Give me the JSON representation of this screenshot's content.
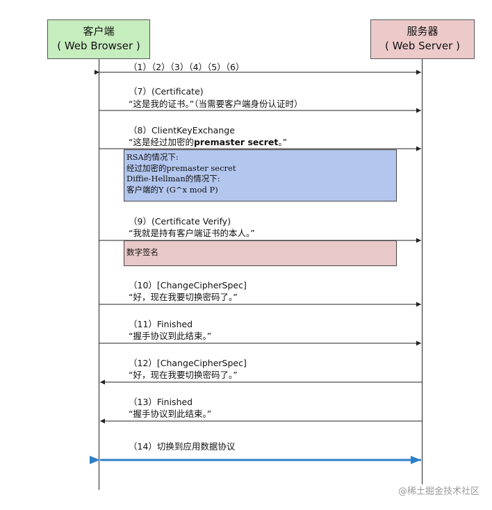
{
  "actors": {
    "client": {
      "name": "客户端",
      "sub": "( Web Browser )"
    },
    "server": {
      "name": "服务器",
      "sub": "( Web Server )"
    }
  },
  "messages": [
    {
      "step": "（1）（2）（3）（4）（5）（6）",
      "desc": "",
      "direction": "both"
    },
    {
      "step": "（7）(Certificate)",
      "desc": "“这是我的证书。”（当需要客户端身份认证时）",
      "direction": "client-to-server"
    },
    {
      "step": "（8）ClientKeyExchange",
      "desc_prefix": "“这是经过加密的",
      "desc_bold": "premaster secret",
      "desc_suffix": "。”",
      "direction": "client-to-server"
    },
    {
      "step": "（9）(Certificate Verify)",
      "desc": "“我就是持有客户端证书的本人。”",
      "direction": "client-to-server"
    },
    {
      "step": "（10）[ChangeCipherSpec]",
      "desc": "“好，现在我要切换密码了。”",
      "direction": "client-to-server"
    },
    {
      "step": "（11）Finished",
      "desc": "“握手协议到此结束。”",
      "direction": "client-to-server"
    },
    {
      "step": "（12）[ChangeCipherSpec]",
      "desc": "“好，现在我要切换密码了。”",
      "direction": "server-to-client"
    },
    {
      "step": "（13）Finished",
      "desc": "“握手协议到此结束。”",
      "direction": "server-to-client"
    },
    {
      "step": "（14）切换到应用数据协议",
      "desc": "",
      "direction": "both"
    }
  ],
  "notes": {
    "key_exchange": [
      "RSA的情况下:",
      "经过加密的premaster secret",
      "Diffie-Hellman的情况下:",
      "客户端的Y (G^x mod P)"
    ],
    "signature": "数字签名"
  },
  "colors": {
    "client_box": "#c5edbd",
    "server_box": "#edcaca",
    "note_blue": "#b3c6ee",
    "note_pink": "#e8c8c8",
    "app_data_arrow": "#2f7fc7"
  },
  "watermark": "@稀土掘金技术社区"
}
